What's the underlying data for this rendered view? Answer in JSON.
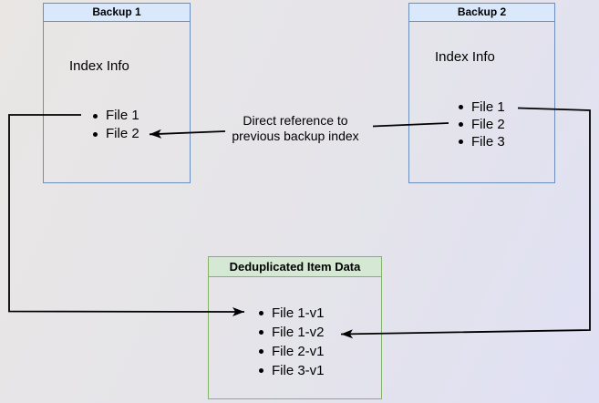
{
  "diagram": {
    "backup1": {
      "title": "Backup 1",
      "section_label": "Index Info",
      "files": [
        "File 1",
        "File 2"
      ]
    },
    "backup2": {
      "title": "Backup 2",
      "section_label": "Index Info",
      "files": [
        "File 1",
        "File 2",
        "File 3"
      ]
    },
    "dedup_store": {
      "title": "Deduplicated Item Data",
      "items": [
        "File 1-v1",
        "File 1-v2",
        "File 2-v1",
        "File 3-v1"
      ]
    },
    "edge_label": {
      "lines": [
        "Direct reference to",
        "previous backup index"
      ]
    },
    "colors": {
      "backup_header_fill": "#dae8fc",
      "backup_border": "#6c8ebf",
      "dedup_header_fill": "#d5e8d4",
      "dedup_border": "#82b366",
      "connector": "#000000",
      "background_start": "#e9e6e4",
      "background_end": "#dfe0f4"
    }
  }
}
